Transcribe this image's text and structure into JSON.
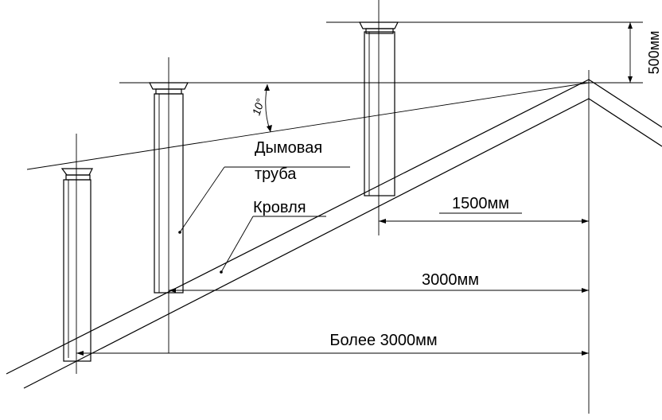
{
  "diagram": {
    "labels": {
      "chimney_line1": "Дымовая",
      "chimney_line2": "труба",
      "roof": "Кровля"
    },
    "dimensions": {
      "height_above_ridge": "500мм",
      "angle": "10°",
      "dist_1": "1500мм",
      "dist_2": "3000мм",
      "dist_3": "Более 3000мм"
    }
  }
}
